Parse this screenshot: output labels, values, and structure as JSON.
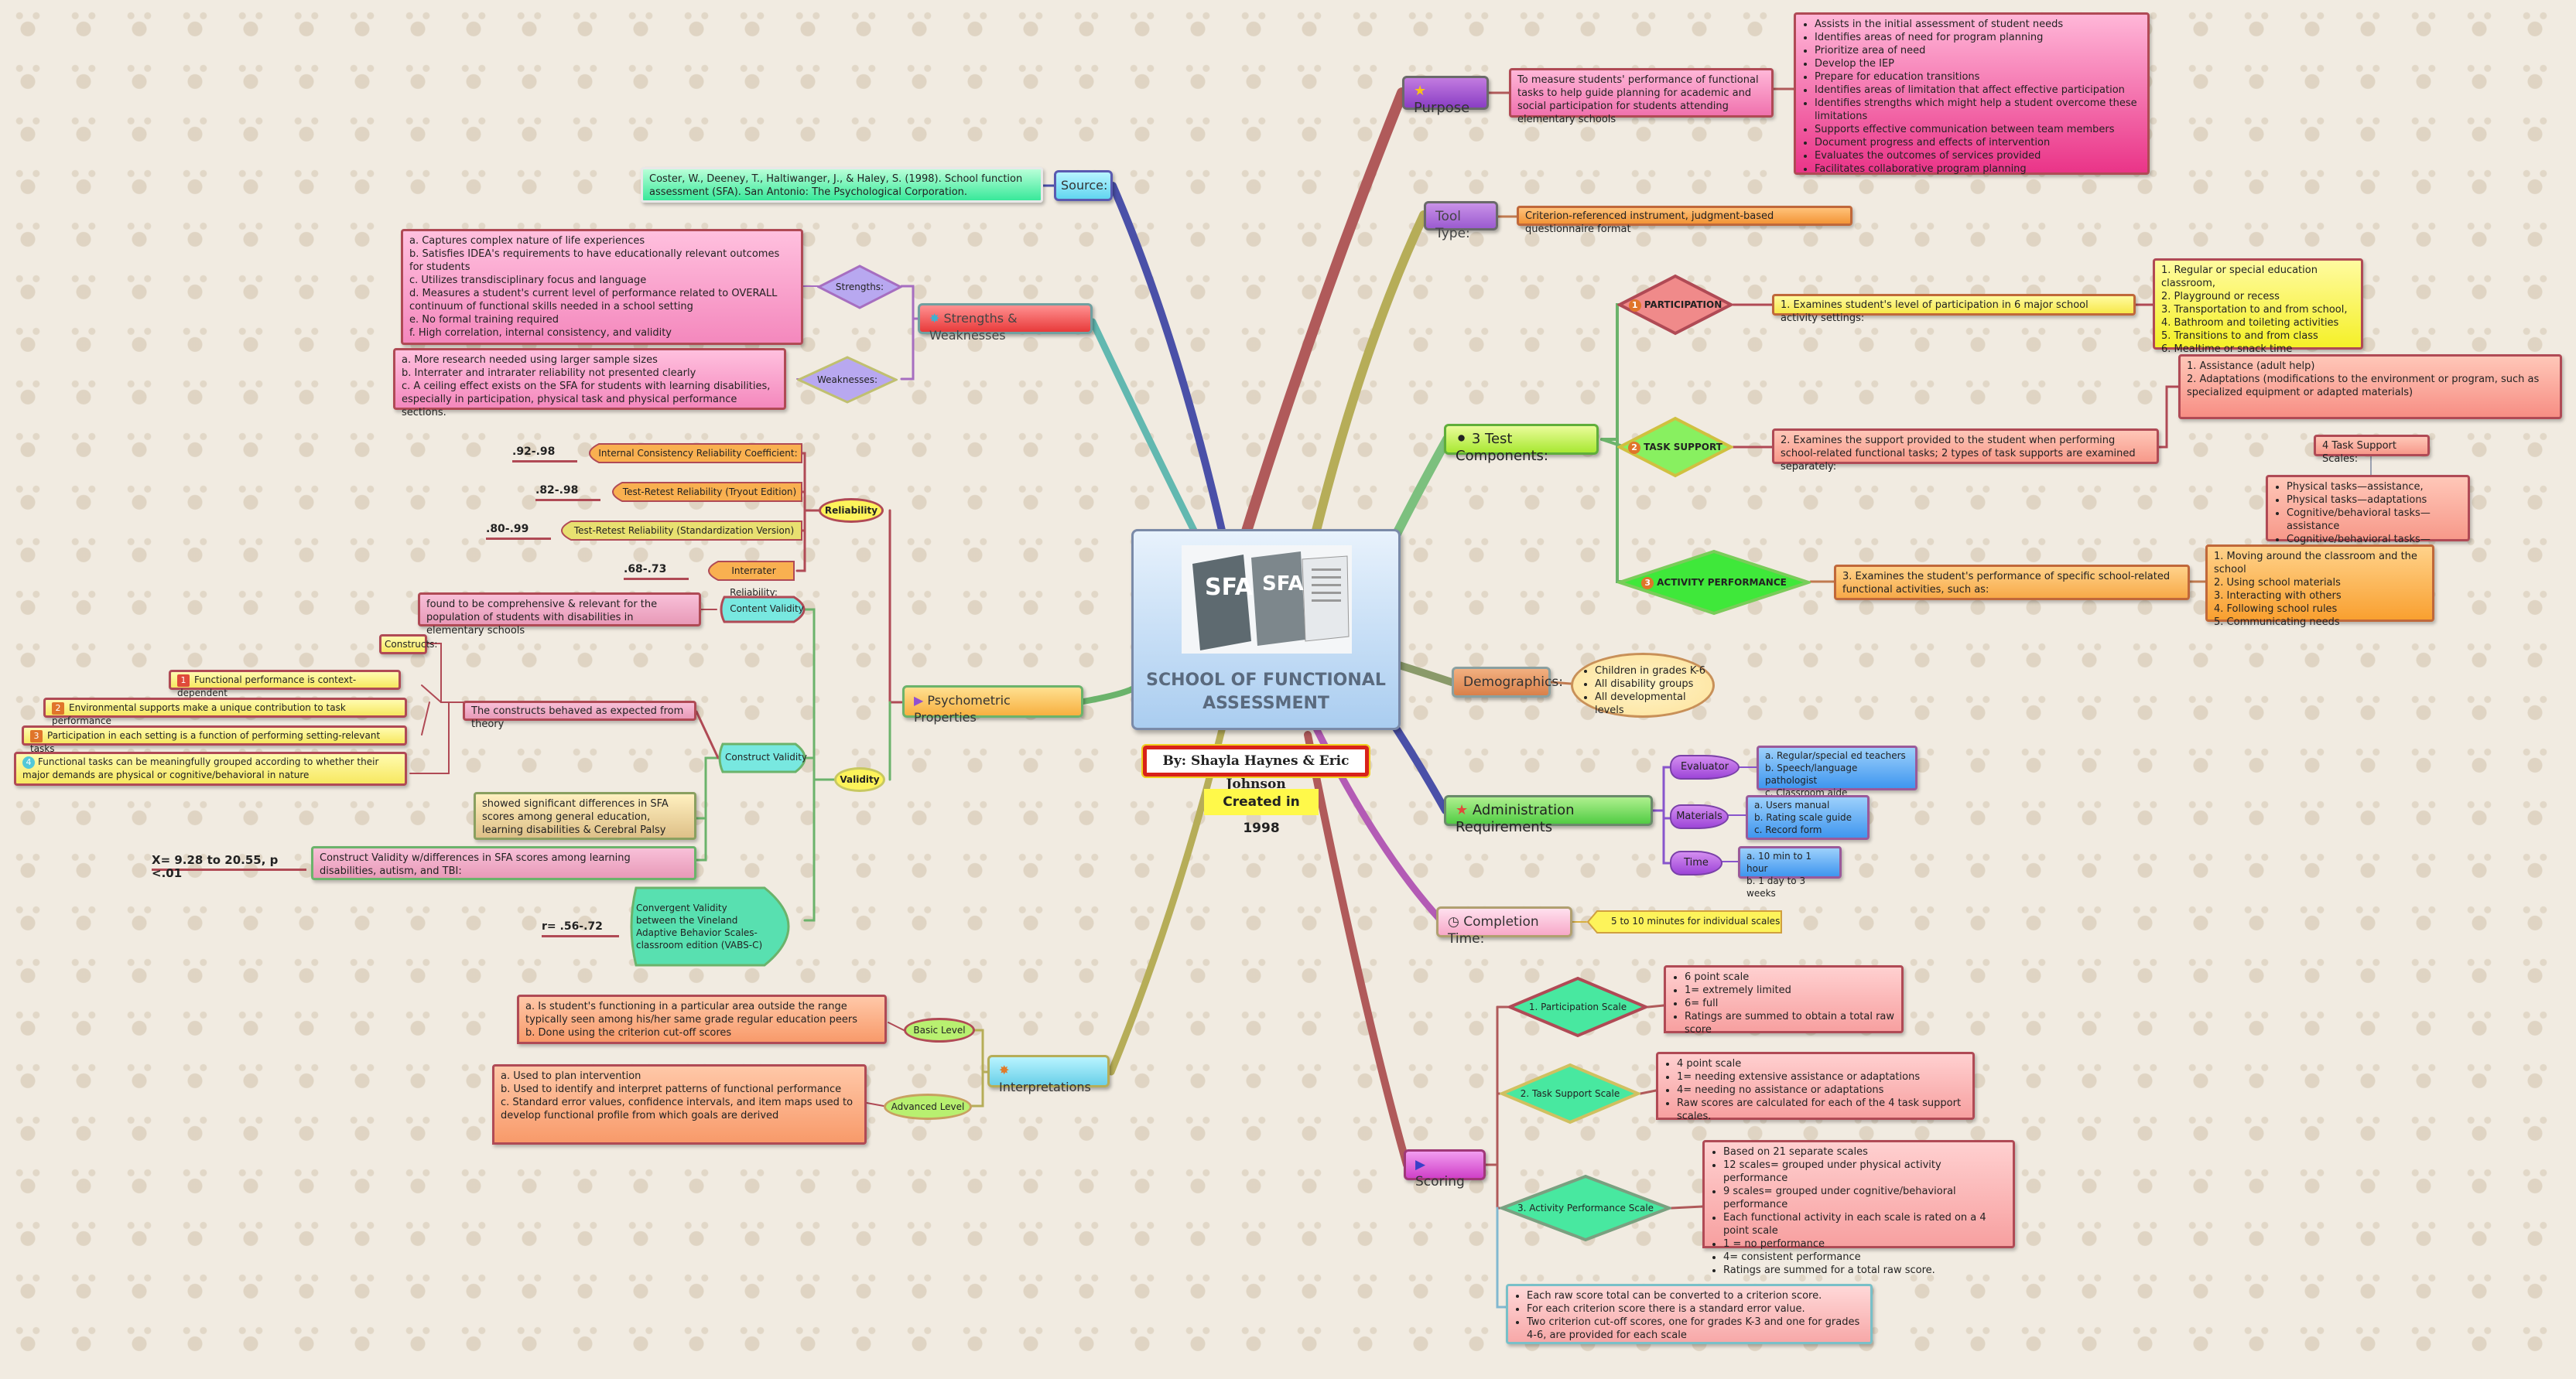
{
  "center": {
    "title": "SCHOOL OF FUNCTIONAL ASSESSMENT",
    "authors": "By: Shayla Haynes & Eric Johnson",
    "created": "Created in 1998",
    "logo_text": "SFA"
  },
  "purpose": {
    "label": "Purpose",
    "description": "To measure students' performance of functional tasks to help guide planning for academic and social participation for students attending elementary schools",
    "items": [
      "Assists in the initial assessment of student needs",
      "Identifies areas of need for program planning",
      "Prioritize area of need",
      "Develop the IEP",
      "Prepare for education transitions",
      "Identifies areas of limitation that affect effective participation",
      "Identifies strengths which might help a student overcome these limitations",
      "Supports effective communication between team members",
      "Document progress and effects of intervention",
      "Evaluates the outcomes of services provided",
      "Facilitates collaborative program planning"
    ]
  },
  "tool_type": {
    "label": "Tool Type:",
    "value": "Criterion-referenced instrument, judgment-based questionnaire format"
  },
  "test_components": {
    "label": "3 Test Components:",
    "participation": {
      "num": "1",
      "label": "PARTICIPATION",
      "desc": "1. Examines student's level of participation in 6 major school activity settings:",
      "items": [
        "1.  Regular or special education classroom,",
        "2.  Playground or recess",
        "3.  Transportation to and from school,",
        "4.  Bathroom and toileting activities",
        "5.  Transitions to and from class",
        "6.  Mealtime or snack time"
      ]
    },
    "task_support": {
      "num": "2",
      "label": "TASK SUPPORT",
      "desc": "2.  Examines the support provided to the student when performing school-related functional tasks; 2 types of task supports are examined separately:",
      "types": [
        "1.  Assistance (adult help)",
        "2.  Adaptations (modifications to the environment or program, such as specialized equipment or adapted materials)"
      ],
      "scales_label": "4 Task Support Scales:",
      "scales": [
        "Physical tasks—assistance,",
        "Physical tasks—adaptations",
        "Cognitive/behavioral tasks—assistance",
        "Cognitive/behavioral tasks—adaptations"
      ]
    },
    "activity": {
      "num": "3",
      "label": "ACTIVITY PERFORMANCE",
      "desc": "3.  Examines the student's performance of specific school-related functional activities, such as:",
      "items": [
        "1. Moving around the classroom and the school",
        "2. Using school materials",
        "3. Interacting with others",
        "4. Following school rules",
        "5. Communicating needs"
      ]
    }
  },
  "demographics": {
    "label": "Demographics:",
    "items": [
      "Children in grades K-6",
      "All disability groups",
      "All developmental levels"
    ]
  },
  "administration": {
    "label": "Administration Requirements",
    "evaluator": {
      "label": "Evaluator",
      "items": [
        "a.  Regular/special ed teachers",
        "b.  Speech/language pathologist",
        "c.  Classroom aide"
      ]
    },
    "materials": {
      "label": "Materials",
      "items": [
        "a.  Users manual",
        "b.  Rating scale guide",
        "c.  Record form"
      ]
    },
    "time": {
      "label": "Time",
      "items": [
        "a.  10 min to 1 hour",
        "b.  1 day to 3 weeks"
      ]
    }
  },
  "completion": {
    "label": "Completion Time:",
    "value": "5 to 10 minutes for individual scales"
  },
  "scoring": {
    "label": "Scoring",
    "participation": {
      "label": "1. Participation Scale",
      "items": [
        "6 point scale",
        "1= extremely limited",
        "6= full",
        "Ratings are summed to obtain a total raw score"
      ]
    },
    "task_support": {
      "label": "2. Task Support Scale",
      "items": [
        "4 point scale",
        "1= needing extensive assistance or adaptations",
        "4= needing no assistance or adaptations",
        "Raw scores are calculated for each of the 4 task support scales."
      ]
    },
    "activity": {
      "label": "3. Activity Performance Scale",
      "items": [
        "Based on 21 separate scales",
        "12 scales= grouped under physical activity performance",
        "9 scales= grouped under cognitive/behavioral performance",
        "Each functional activity in each scale is rated on a 4 point scale",
        "1 = no performance",
        "4= consistent performance",
        "Ratings are summed for a total raw score."
      ]
    },
    "notes": [
      "Each raw score total can be converted to a criterion score.",
      "For each criterion score there is a standard error value.",
      "Two criterion cut-off scores, one for grades K-3 and one for grades 4-6, are provided for each scale"
    ]
  },
  "source": {
    "label": "Source:",
    "citation": "Coster, W., Deeney, T., Haltiwanger, J., & Haley, S. (1998). School function assessment (SFA). San Antonio: The Psychological Corporation."
  },
  "strengths_weaknesses": {
    "label": "Strengths & Weaknesses",
    "strengths_label": "Strengths:",
    "strengths": [
      "a.  Captures complex nature of life experiences",
      "b.  Satisfies IDEA's requirements to have educationally relevant outcomes for students",
      "c.  Utilizes transdisciplinary focus and language",
      "d.  Measures a student's current level of performance related to OVERALL continuum of functional skills needed in a school setting",
      "e.  No formal training required",
      "f.  High correlation, internal consistency, and validity"
    ],
    "weaknesses_label": "Weaknesses:",
    "weaknesses": [
      "a.  More research needed using larger sample sizes",
      "b.  Interrater and intrarater reliability not presented clearly",
      "c.  A ceiling effect exists on the SFA for students with learning disabilities, especially in participation, physical task and physical performance sections."
    ]
  },
  "psychometric": {
    "label": "Psychometric Properties",
    "reliability": {
      "label": "Reliability",
      "items": [
        {
          "label": "Internal Consistency Reliability Coefficient:",
          "value": ".92-.98"
        },
        {
          "label": "Test-Retest Reliability (Tryout Edition)",
          "value": ".82-.98"
        },
        {
          "label": "Test-Retest Reliability (Standardization Version)",
          "value": ".80-.99"
        },
        {
          "label": "Interrater Reliability:",
          "value": ".68-.73"
        }
      ]
    },
    "validity": {
      "label": "Validity",
      "content_label": "Content Validity",
      "content_desc": "found to be comprehensive & relevant for the population of students with disabilities in elementary schools",
      "construct_label": "Construct Validity",
      "constructs_label": "Constructs:",
      "constructs": [
        {
          "num": "1",
          "text": "Functional performance is context-dependent"
        },
        {
          "num": "2",
          "text": "Environmental supports make a unique contribution to task performance"
        },
        {
          "num": "3",
          "text": "Participation in each setting is a function of performing setting-relevant tasks"
        },
        {
          "num": "4",
          "text": "Functional tasks can be meaningfully grouped according to whether their major demands are physical or cognitive/behavioral in nature"
        }
      ],
      "behaved": "The constructs behaved as expected from theory",
      "differences": "showed significant differences in SFA scores among general education, learning disabilities & Cerebral Palsy",
      "construct_diff": "Construct Validity w/differences in SFA scores among learning disabilities, autism, and TBI:",
      "construct_diff_value": "X= 9.28 to 20.55, p <.01",
      "convergent_label": "Convergent Validity between the Vineland Adaptive Behavior Scales-classroom edition (VABS-C)",
      "convergent_value": "r= .56-.72"
    }
  },
  "interpretations": {
    "label": "Interpretations",
    "basic_label": "Basic Level",
    "basic": [
      "a.  Is student's functioning in a particular area outside the range typically seen among his/her same grade regular education peers",
      "b.  Done using the criterion cut-off scores"
    ],
    "advanced_label": "Advanced Level",
    "advanced": [
      "a.  Used to plan intervention",
      "b.  Used to identify and interpret patterns of functional performance",
      "c.  Standard error values, confidence intervals, and item maps used to develop functional profile from which goals are derived"
    ]
  },
  "colors": {
    "background": "#f1ebe1",
    "center_fill": "#bcd8f4",
    "pink": "#f77fb4",
    "yellow": "#fdf35a",
    "green": "#55e46a",
    "orange": "#f9a445",
    "salmon": "#f8a79a",
    "blue": "#46a0ef",
    "purple": "#a86ee0",
    "teal": "#82ddd6"
  }
}
